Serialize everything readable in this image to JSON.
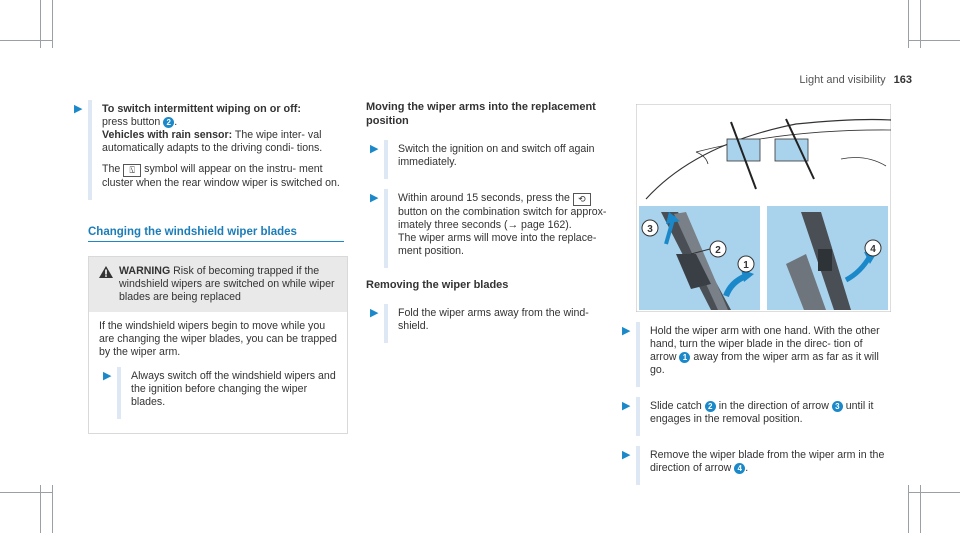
{
  "header": {
    "section": "Light and visibility",
    "page_number": "163"
  },
  "col1": {
    "step1_title": "To switch intermittent wiping on or off:",
    "step1_text_pre": "press button",
    "step1_badge": "2",
    "step1_text_post": ".",
    "vehicles_label": "Vehicles with rain sensor:",
    "vehicles_text": "The wipe inter- val automatically adapts to the driving condi- tions.",
    "symbol_pre": "The",
    "symbol_glyph": "⍂",
    "symbol_text": "symbol will appear on the instru- ment cluster when the rear window wiper is switched on.",
    "changing_title": "Changing the windshield wiper blades",
    "warning_label": "WARNING",
    "warning_text": "Risk of becoming trapped if the windshield wipers are switched on while wiper blades are being replaced",
    "warning_body": "If the windshield wipers begin to move while you are changing the wiper blades, you can be trapped by the wiper arm.",
    "warning_step": "Always switch off the windshield wipers and the ignition before changing the wiper blades."
  },
  "col2": {
    "moving_title": "Moving the wiper arms into the replacement position",
    "step1": "Switch the ignition on and switch off again immediately.",
    "step2_pre": "Within around 15 seconds, press the",
    "step2_glyph": "⟲",
    "step2_post": "button on the combination switch for approx- imately three seconds (→ page 162).",
    "step2_note": "The wiper arms will move into the replace- ment position.",
    "removing_title": "Removing the wiper blades",
    "step3": "Fold the wiper arms away from the wind- shield."
  },
  "col3": {
    "step1_pre": "Hold the wiper arm with one hand. With the other hand, turn the wiper blade in the direc- tion of arrow",
    "step1_badge": "1",
    "step1_post": "away from the wiper arm as far as it will go.",
    "step2_pre": "Slide catch",
    "step2_badge": "2",
    "step2_mid": "in the direction of arrow",
    "step2_badge2": "3",
    "step2_post": "until it engages in the removal position.",
    "step3_pre": "Remove the wiper blade from the wiper arm in the direction of arrow",
    "step3_badge": "4",
    "step3_post": "."
  },
  "illustration": {
    "callouts": [
      "3",
      "2",
      "1",
      "4"
    ]
  },
  "colors": {
    "accent": "#1b89c9",
    "illustration_bg": "#a9d3ec",
    "bar": "#dde8f4"
  }
}
